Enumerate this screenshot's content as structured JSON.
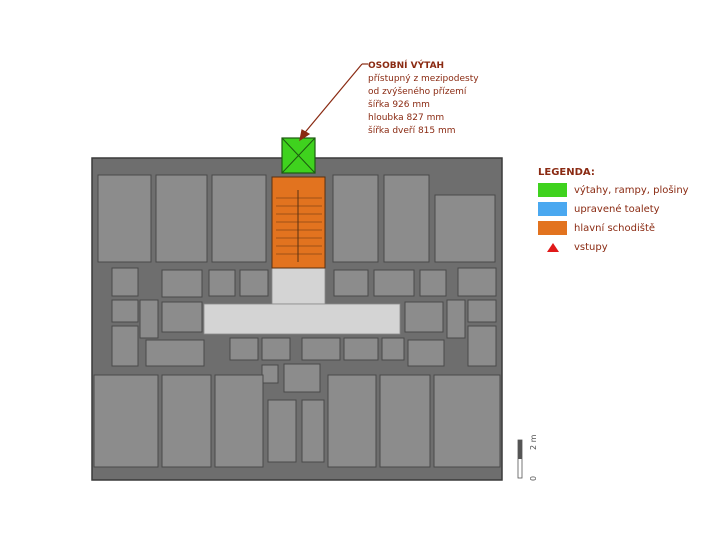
{
  "callout": {
    "title": "OSOBNÍ VÝTAH",
    "lines": [
      "přístupný z mezipodesty",
      "od zvýšeného přízemí",
      "šířka 926 mm",
      "hloubka 827 mm",
      "šířka dveří 815 mm"
    ]
  },
  "legend": {
    "title": "LEGENDA:",
    "items": [
      {
        "label": "výtahy, rampy, plošiny",
        "color": "#3fd21e"
      },
      {
        "label": "upravené toalety",
        "color": "#4aa8f0"
      },
      {
        "label": "hlavní schodiště",
        "color": "#e2731f"
      },
      {
        "label": "vstupy",
        "color": "#e01919"
      }
    ]
  },
  "scale": {
    "zero": "0",
    "two": "2 m"
  },
  "colors": {
    "room": "#8c8c8c",
    "wall": "#6e6e6e",
    "corridor": "#d4d4d4",
    "elevator": "#3fd21e",
    "stair": "#e2731f"
  }
}
